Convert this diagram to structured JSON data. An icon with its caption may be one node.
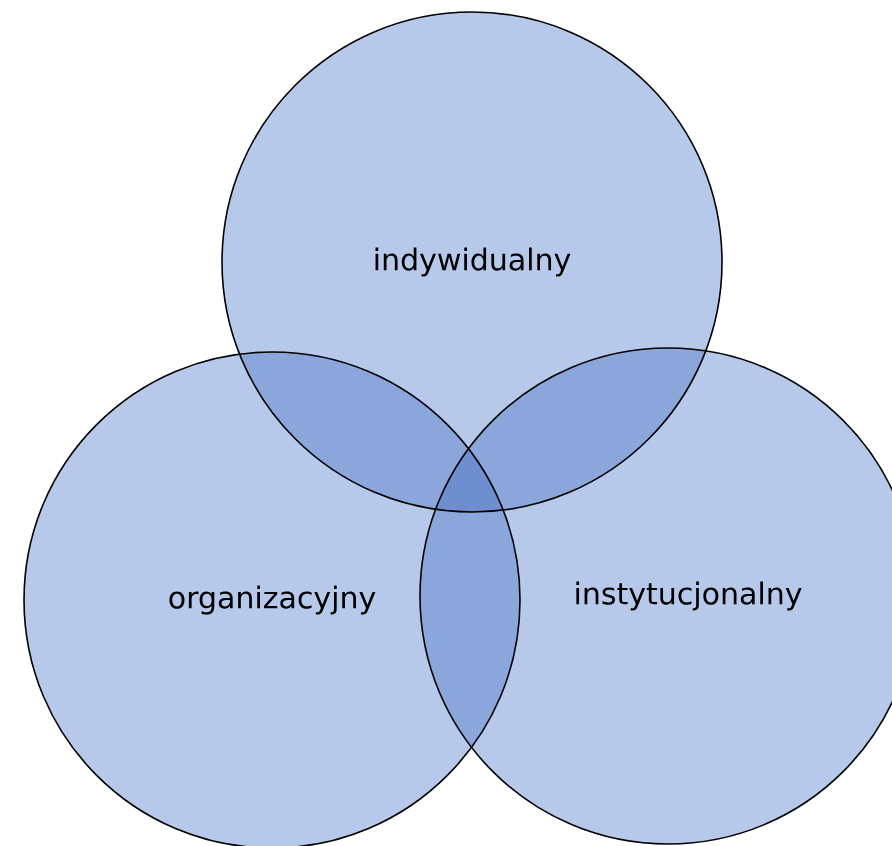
{
  "diagram": {
    "nodes": [
      {
        "text": [
          "indywidualny"
        ]
      },
      {
        "text": [
          "organizacyjny"
        ]
      },
      {
        "text": [
          "instytucjonalny"
        ]
      }
    ]
  }
}
